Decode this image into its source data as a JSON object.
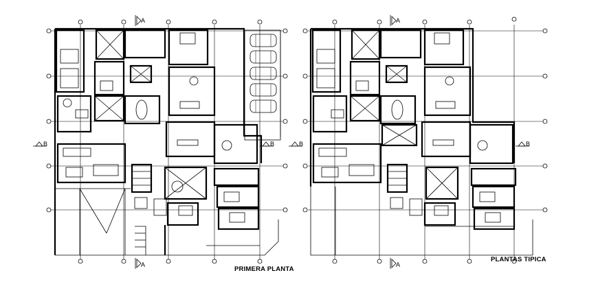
{
  "plans": [
    {
      "id": "left",
      "title": "PRIMERA PLANTA",
      "section_mark": "A",
      "cut_mark": "B",
      "parking_cars": 5
    },
    {
      "id": "right",
      "title": "PLANTAS TIPICA",
      "section_mark": "A",
      "cut_mark": "B"
    }
  ]
}
